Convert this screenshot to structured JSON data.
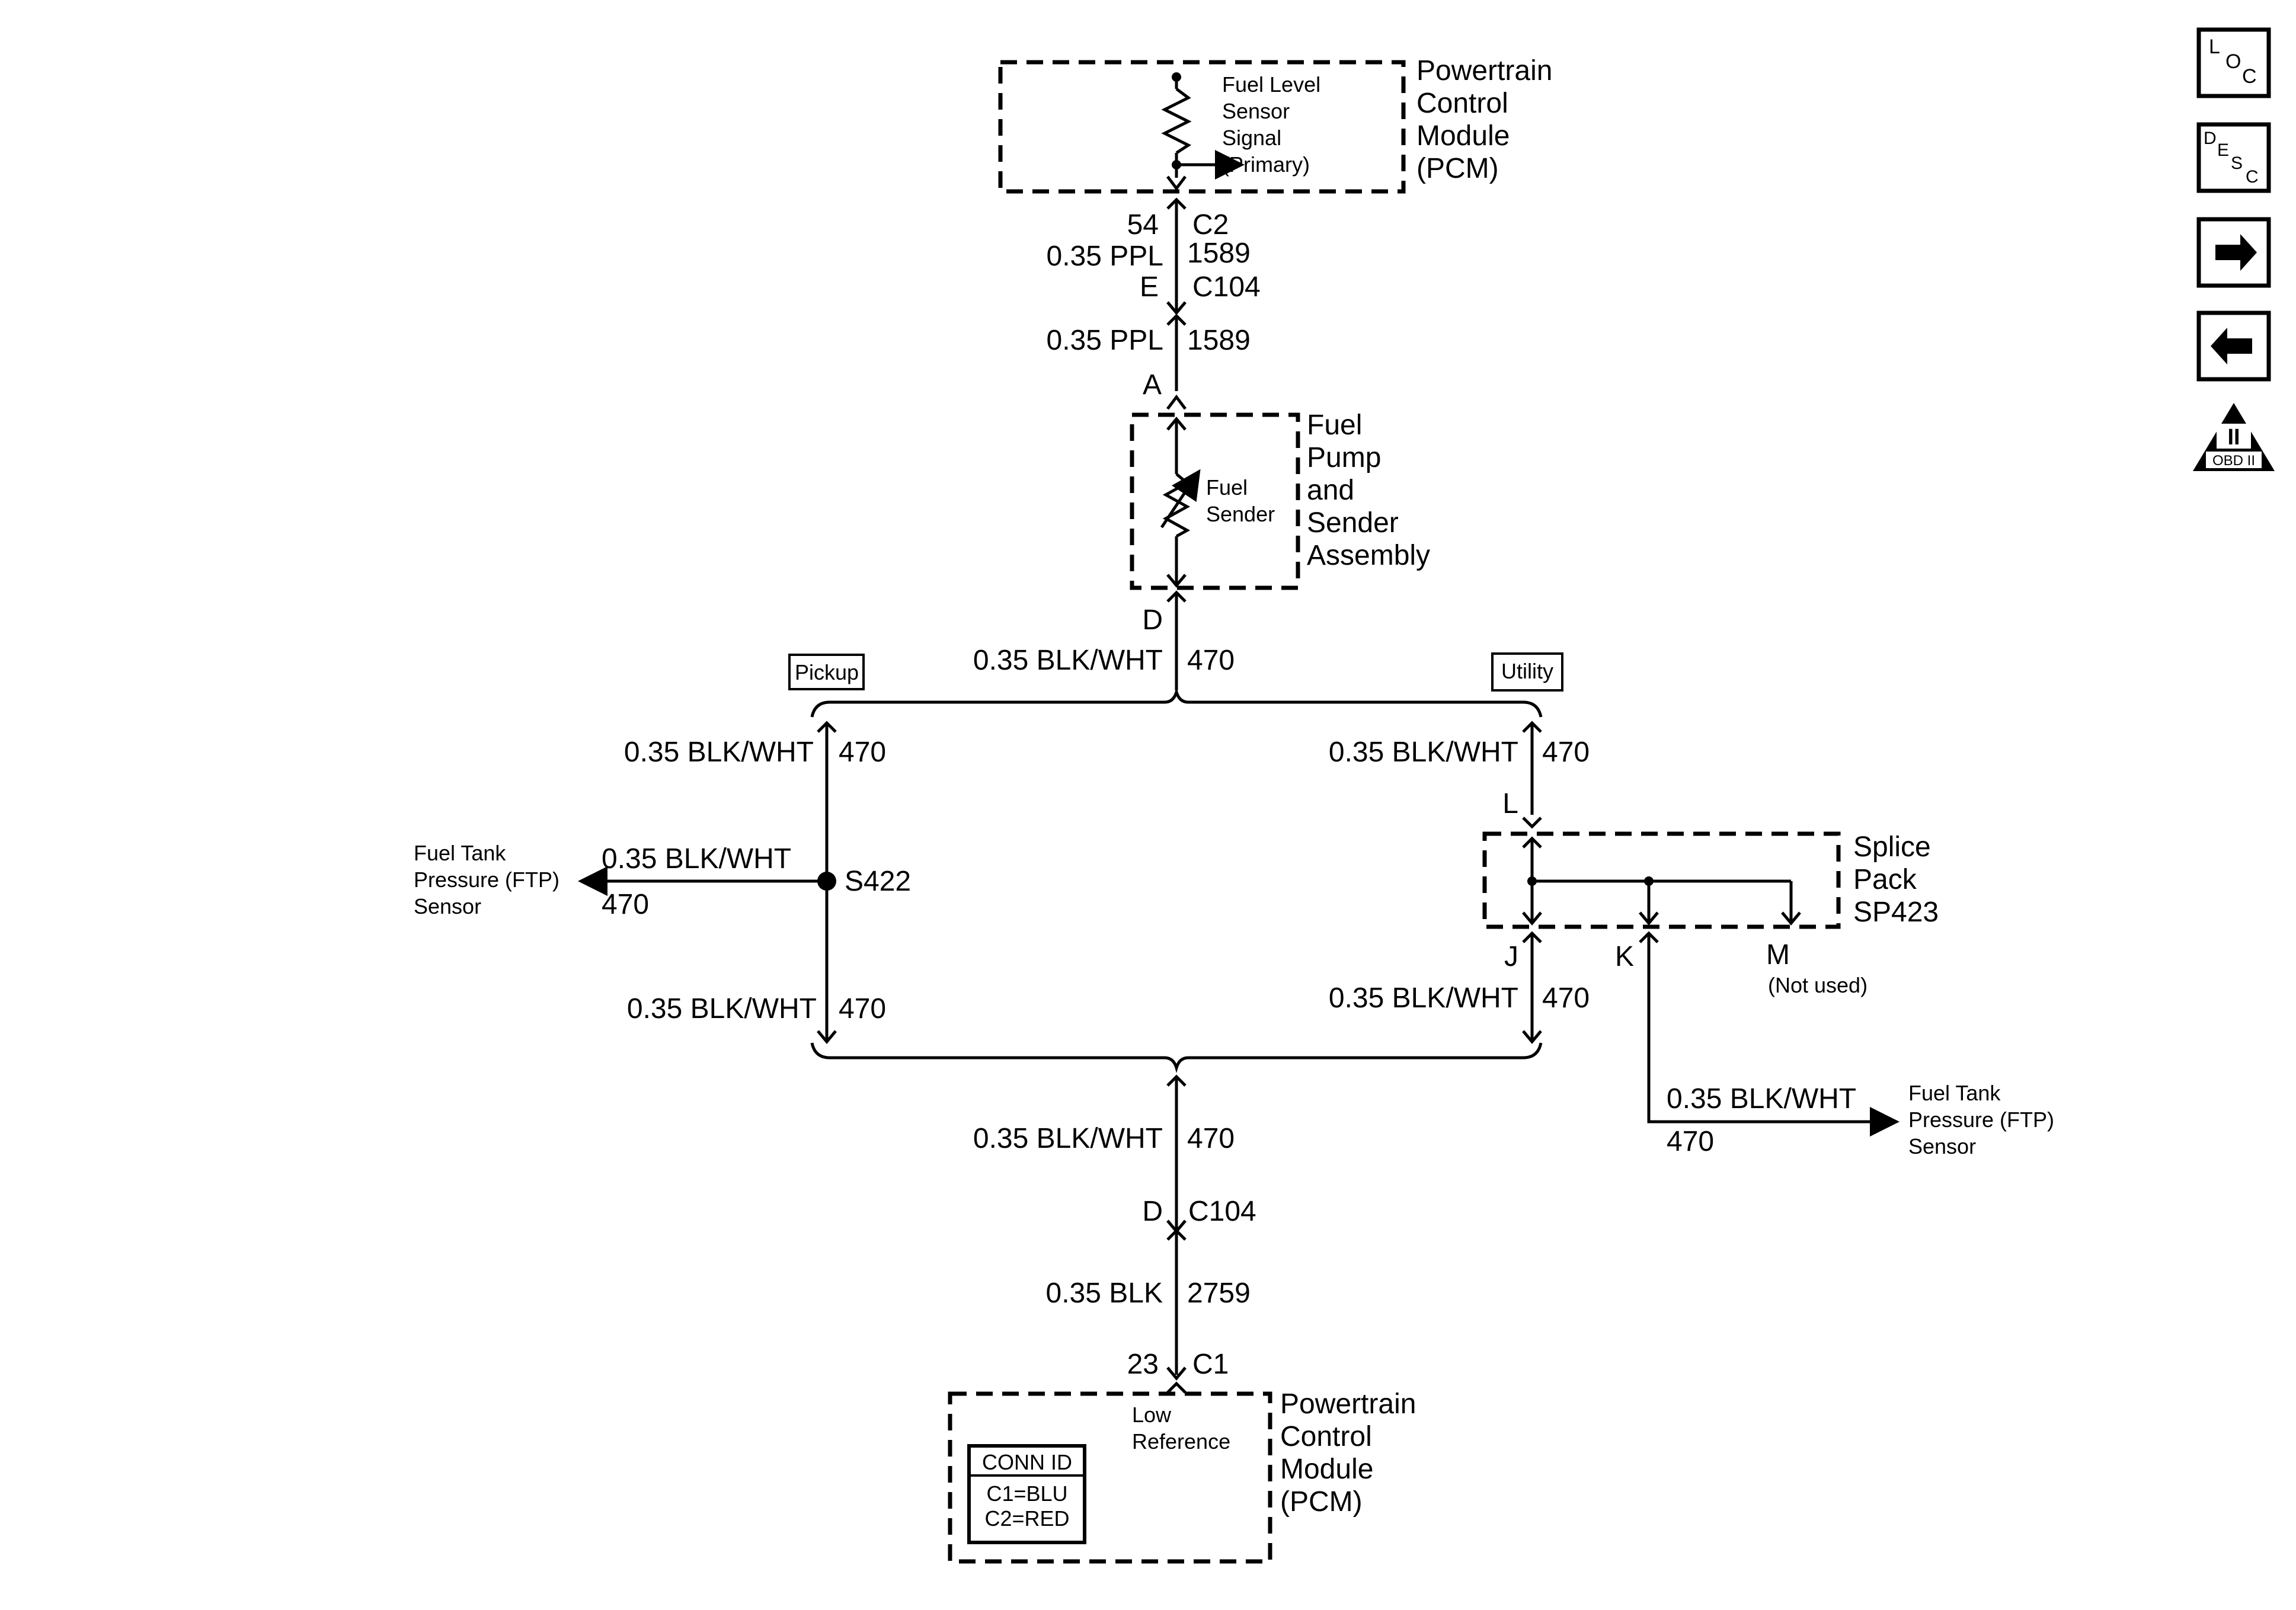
{
  "pcm_top": {
    "title_lines": [
      "Powertrain",
      "Control",
      "Module",
      "(PCM)"
    ],
    "signal_lines": [
      "Fuel Level",
      "Sensor",
      "Signal",
      "(Primary)"
    ]
  },
  "wire_upper": {
    "pin": "54",
    "connector": "C2",
    "gauge_color": "0.35 PPL",
    "circuit": "1589",
    "pin2": "E",
    "connector2": "C104"
  },
  "wire_upper2": {
    "gauge_color": "0.35 PPL",
    "circuit": "1589",
    "pin": "A"
  },
  "fuel_pump": {
    "title_lines": [
      "Fuel",
      "Pump",
      "and",
      "Sender",
      "Assembly"
    ],
    "sender_lines": [
      "Fuel",
      "Sender"
    ],
    "pin_out": "D"
  },
  "wire_mid": {
    "gauge_color": "0.35 BLK/WHT",
    "circuit": "470"
  },
  "options": {
    "left": "Pickup",
    "right": "Utility"
  },
  "left_branch": {
    "upper": {
      "gauge_color": "0.35 BLK/WHT",
      "circuit": "470"
    },
    "splice": "S422",
    "ftp_wire": {
      "gauge_color": "0.35 BLK/WHT",
      "circuit": "470"
    },
    "ftp_label_lines": [
      "Fuel Tank",
      "Pressure (FTP)",
      "Sensor"
    ],
    "lower": {
      "gauge_color": "0.35 BLK/WHT",
      "circuit": "470"
    }
  },
  "right_branch": {
    "upper": {
      "gauge_color": "0.35 BLK/WHT",
      "circuit": "470"
    },
    "pin_l": "L",
    "splice_pack_lines": [
      "Splice",
      "Pack",
      "SP423"
    ],
    "pin_j": "J",
    "pin_k": "K",
    "pin_m": "M",
    "not_used": "(Not used)",
    "lower": {
      "gauge_color": "0.35 BLK/WHT",
      "circuit": "470"
    },
    "ftp_wire": {
      "gauge_color": "0.35 BLK/WHT",
      "circuit": "470"
    },
    "ftp_label_lines": [
      "Fuel Tank",
      "Pressure (FTP)",
      "Sensor"
    ]
  },
  "wire_lower": {
    "gauge_color": "0.35 BLK/WHT",
    "circuit": "470",
    "pin": "D",
    "connector": "C104",
    "gauge_color2": "0.35 BLK",
    "circuit2": "2759",
    "pin2": "23",
    "connector2": "C1"
  },
  "pcm_bottom": {
    "title_lines": [
      "Powertrain",
      "Control",
      "Module",
      "(PCM)"
    ],
    "ref_lines": [
      "Low",
      "Reference"
    ],
    "conn_id": {
      "header": "CONN ID",
      "rows": [
        "C1=BLU",
        "C2=RED"
      ]
    }
  },
  "nav": {
    "loc": [
      "L",
      "O",
      "C"
    ],
    "desc": [
      "D",
      "E",
      "S",
      "C"
    ],
    "next_icon": "arrow-right-icon",
    "prev_icon": "arrow-left-icon",
    "obd_numeral": "II",
    "obd_label": "OBD II"
  }
}
